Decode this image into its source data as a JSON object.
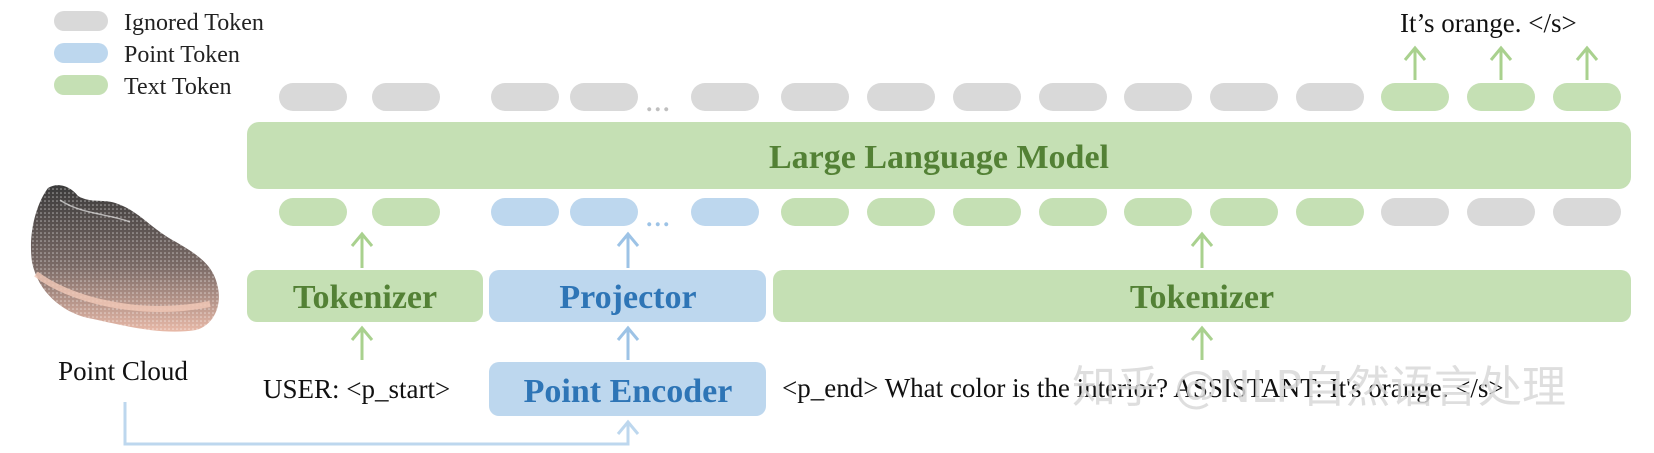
{
  "legend": {
    "ignored_label": "Ignored Token",
    "point_label": "Point Token",
    "text_label": "Text Token"
  },
  "colors": {
    "ignored": "#d9d9d9",
    "point": "#bdd7ee",
    "text": "#c5e0b4",
    "text_dark": "#538135",
    "point_dark": "#2e75b6",
    "arrow_text": "#a9d18e",
    "arrow_point": "#9dc3e6"
  },
  "blocks": {
    "llm_label": "Large Language Model",
    "tokenizer_left_label": "Tokenizer",
    "projector_label": "Projector",
    "tokenizer_right_label": "Tokenizer",
    "encoder_label": "Point Encoder"
  },
  "input": {
    "point_cloud_label": "Point Cloud",
    "user_prefix": "USER: <p_start>",
    "question": "<p_end> What color is the interior? ASSISTANT: It's orange. </s>"
  },
  "output": {
    "answer": "It’s orange. </s>"
  },
  "ellipsis": "...",
  "watermark": "知乎 @NLP自然语言处理"
}
